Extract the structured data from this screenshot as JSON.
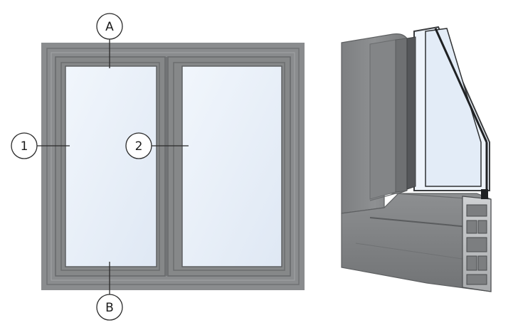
{
  "callouts": {
    "a": "A",
    "b": "B",
    "one": "1",
    "two": "2"
  },
  "colors": {
    "frame": "#8a8c8e",
    "frame_dark": "#6f7173",
    "frame_shadow": "#5e6062",
    "glass": "#e8f0fa",
    "glass_edge": "#d2dcea",
    "leader": "#2a2a2a"
  }
}
